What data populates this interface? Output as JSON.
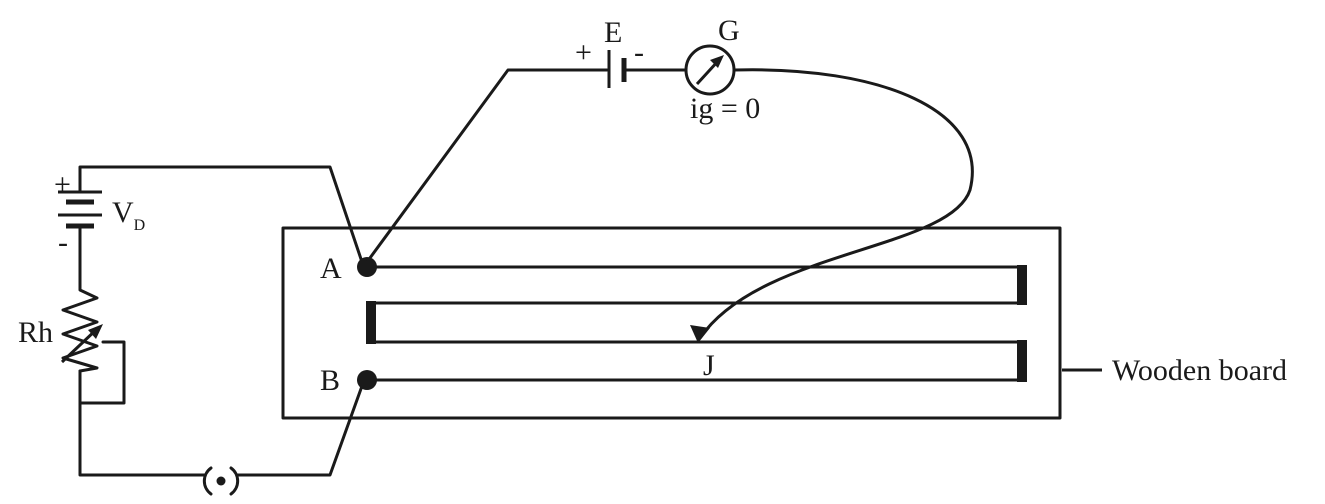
{
  "labels": {
    "battery_pos_sign": "+",
    "cell_label": "E",
    "cell_neg_sign": "-",
    "galvanometer_label": "G",
    "galvanometer_reading": "ig = 0",
    "driver_pos_sign": "+",
    "driver_neg_sign": "-",
    "driver_label": "V",
    "driver_subscript": "D",
    "rheostat_label": "Rh",
    "terminal_a": "A",
    "terminal_b": "B",
    "jockey_label": "J",
    "board_label": "Wooden board"
  },
  "colors": {
    "ink": "#1a1a1a",
    "background": "#ffffff"
  }
}
